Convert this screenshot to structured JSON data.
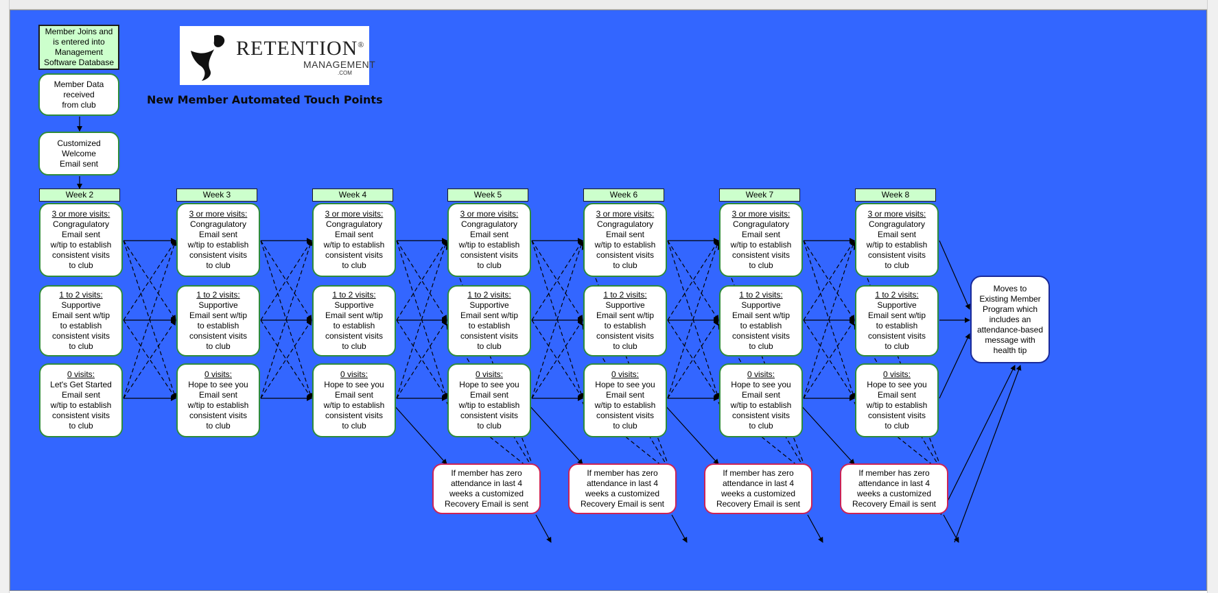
{
  "title": "New Member Automated Touch Points",
  "logo": {
    "name": "RETENTION",
    "registered": "®",
    "sub": "MANAGEMENT",
    "com": ".COM"
  },
  "start": {
    "join": [
      "Member Joins and",
      "is entered into",
      "Management",
      "Software Database"
    ],
    "data": [
      "Member Data",
      "received",
      "from club"
    ],
    "welcome": [
      "Customized",
      "Welcome",
      "Email sent"
    ]
  },
  "weeks": [
    "Week 2",
    "Week 3",
    "Week 4",
    "Week 5",
    "Week 6",
    "Week 7",
    "Week 8"
  ],
  "three_visits": {
    "head": "3 or more visits:",
    "body": [
      "Congragulatory",
      "Email sent",
      "w/tip to establish",
      "consistent visits",
      "to club"
    ]
  },
  "one_two_visits": {
    "head": "1 to 2 visits:",
    "body": [
      "Supportive",
      "Email sent w/tip",
      "to establish",
      "consistent visits",
      "to club"
    ]
  },
  "zero_first": {
    "head": "0 visits:",
    "body": [
      "Let's Get Started",
      "Email sent",
      "w/tip to establish",
      "consistent visits",
      "to club"
    ]
  },
  "zero_other": {
    "head": "0 visits:",
    "body": [
      "Hope to see you",
      "Email sent",
      "w/tip to establish",
      "consistent visits",
      "to club"
    ]
  },
  "recovery": [
    "If member has zero",
    "attendance in last 4",
    "weeks a customized",
    "Recovery Email is sent"
  ],
  "final": [
    "Moves to",
    "Existing Member",
    "Program which",
    "includes an",
    "attendance-based",
    "message with",
    "health tip"
  ],
  "colors": {
    "background": "#3366ff",
    "box_border": "#2e8b3a",
    "label_fill": "#ccffcc",
    "recovery_border": "#cc2255",
    "final_border": "#1a2a99"
  }
}
